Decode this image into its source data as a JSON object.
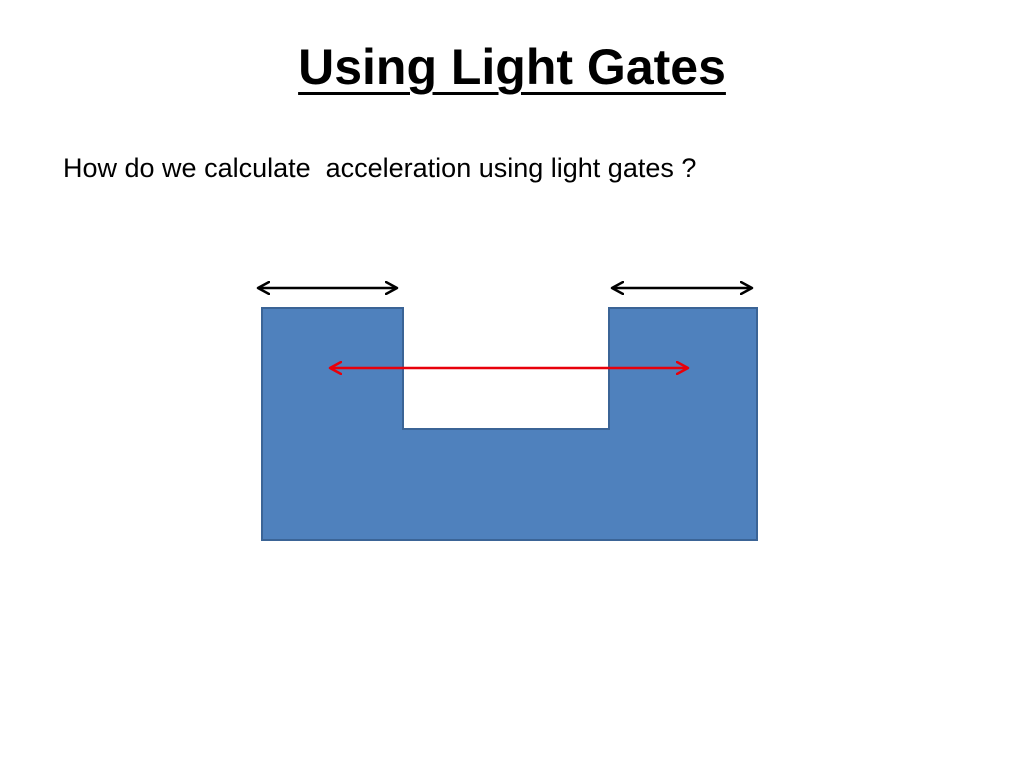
{
  "slide": {
    "title": "Using Light Gates",
    "question": "How do we calculate  acceleration using light gates ?"
  },
  "colors": {
    "card_fill": "#4f81bd",
    "card_stroke": "#3b6496",
    "length_arrow": "#000000",
    "distance_arrow": "#e8000b",
    "background": "#ffffff"
  },
  "icons": {
    "card": "u-shaped-interrupt-card",
    "left_arrow": "double-headed-arrow",
    "right_arrow": "double-headed-arrow",
    "middle_arrow": "double-headed-arrow"
  }
}
